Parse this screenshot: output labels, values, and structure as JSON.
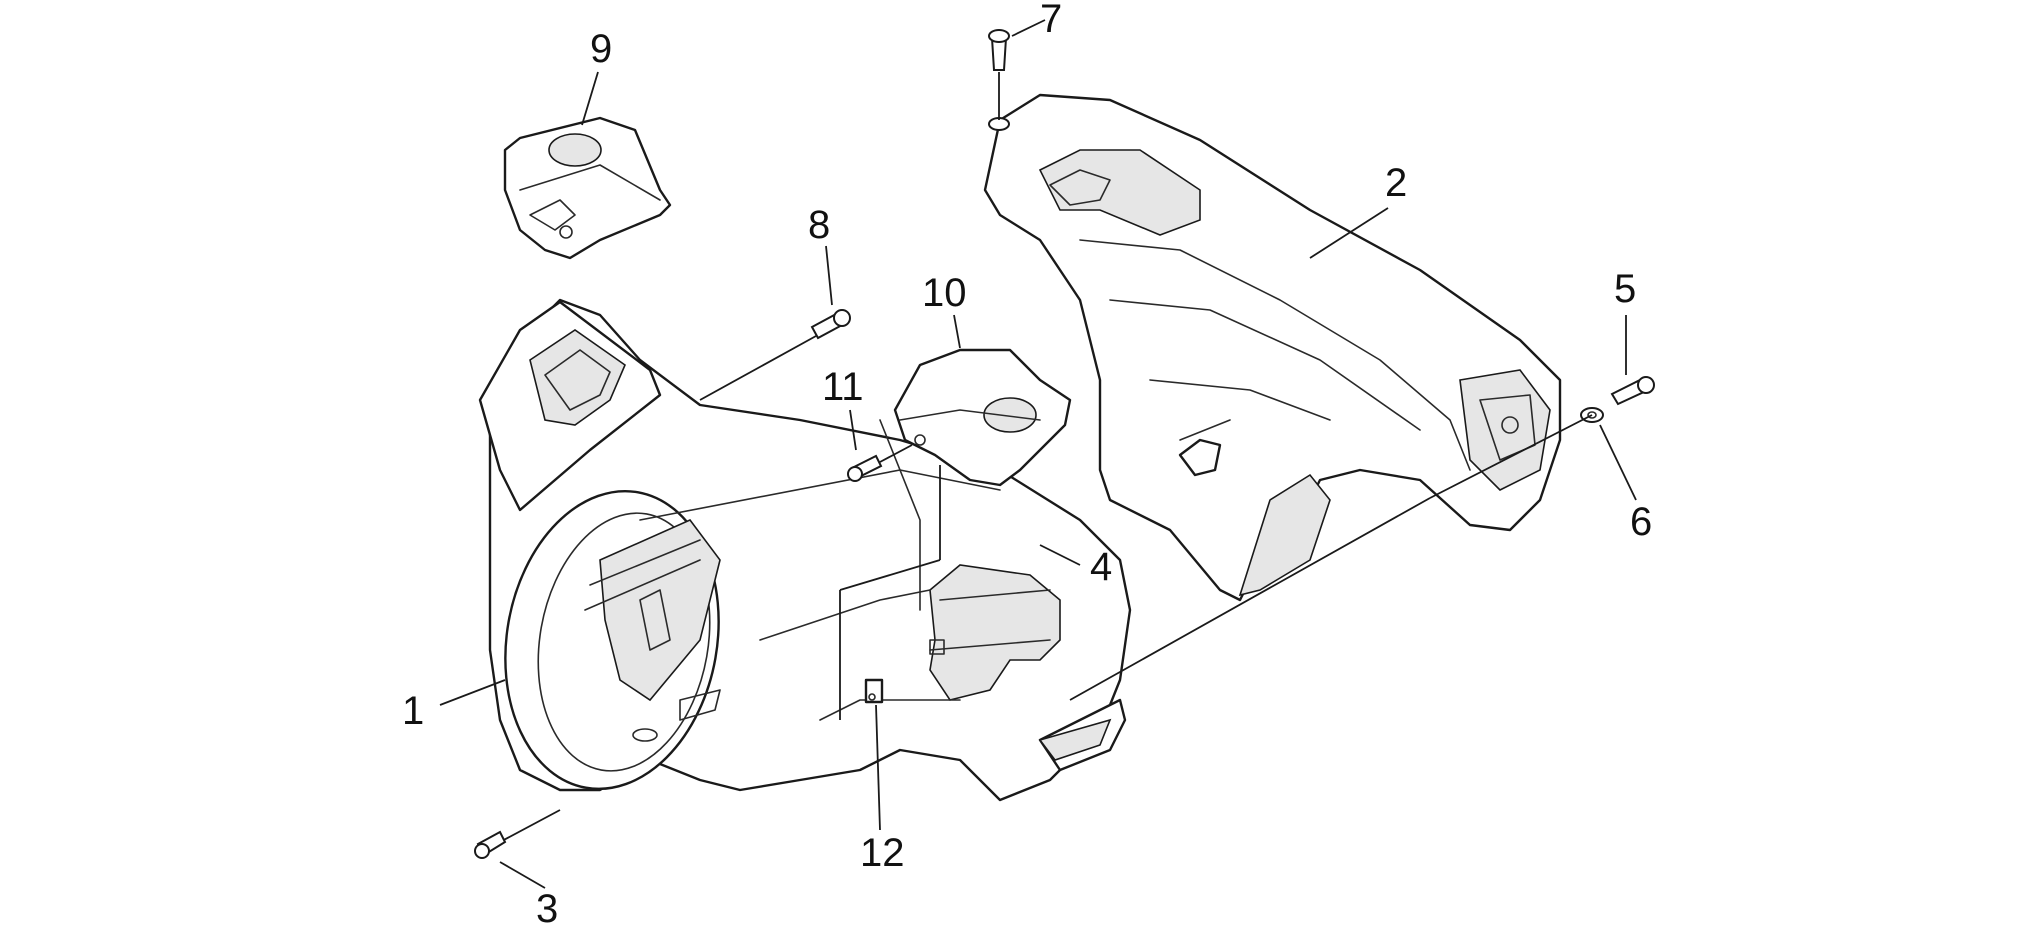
{
  "colors": {
    "line": "#1a1a1a",
    "background": "#ffffff",
    "shade": "#e6e6e6"
  },
  "callouts": [
    "1",
    "2",
    "3",
    "4",
    "5",
    "6",
    "7",
    "8",
    "9",
    "10",
    "11",
    "12"
  ]
}
